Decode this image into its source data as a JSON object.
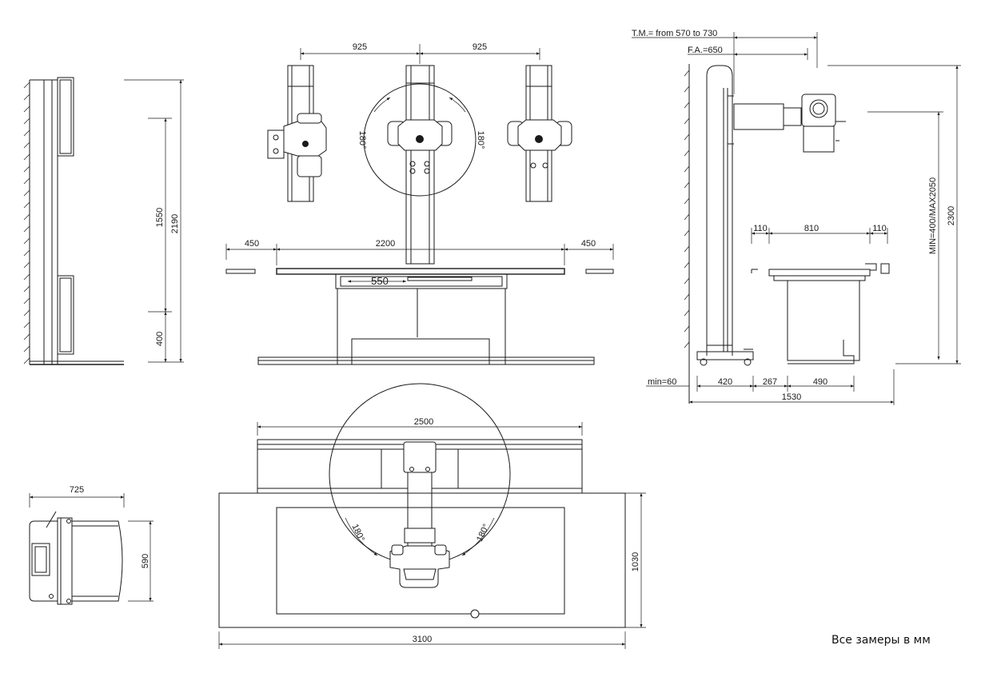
{
  "dimensions": {
    "side_left": {
      "total_height": "2190",
      "travel": "1550",
      "bottom": "400"
    },
    "front": {
      "left_offset": "925",
      "right_offset": "925",
      "tilt_left": "180°",
      "tilt_right": "180°",
      "table_width": "2200",
      "ext_left": "450",
      "ext_right": "450",
      "tray": "550"
    },
    "side_right": {
      "tm": "T.M.= from 570 to 730",
      "fa": "F.A.=650",
      "column_height": "2300",
      "height_range": "MIN=400/MAX2050",
      "top_left": "110",
      "top_mid": "810",
      "top_right": "110",
      "min": "min=60",
      "base_a": "420",
      "base_b": "267",
      "base_c": "490",
      "base_total": "1530"
    },
    "top_view": {
      "width": "2500",
      "depth": "1030",
      "total": "3100",
      "tilt_left": "180°",
      "tilt_right": "180°"
    },
    "small_view": {
      "width": "725",
      "depth": "590"
    }
  },
  "note": "Все замеры в мм"
}
